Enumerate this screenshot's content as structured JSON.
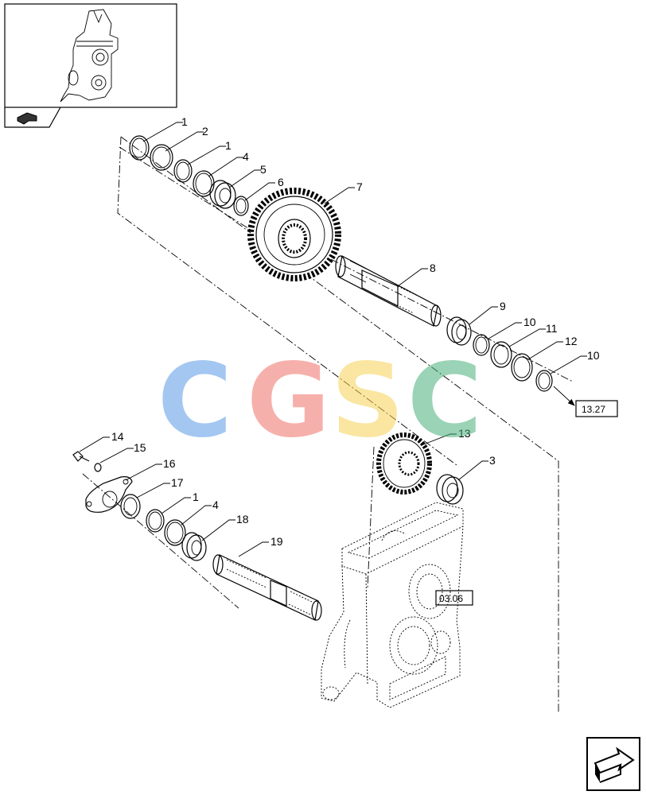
{
  "callouts": [
    {
      "id": "c1a",
      "label": "1"
    },
    {
      "id": "c2",
      "label": "2"
    },
    {
      "id": "c1b",
      "label": "1"
    },
    {
      "id": "c4a",
      "label": "4"
    },
    {
      "id": "c5",
      "label": "5"
    },
    {
      "id": "c6",
      "label": "6"
    },
    {
      "id": "c7",
      "label": "7"
    },
    {
      "id": "c8",
      "label": "8"
    },
    {
      "id": "c9",
      "label": "9"
    },
    {
      "id": "c10a",
      "label": "10"
    },
    {
      "id": "c11",
      "label": "11"
    },
    {
      "id": "c12",
      "label": "12"
    },
    {
      "id": "c10b",
      "label": "10"
    },
    {
      "id": "c13",
      "label": "13"
    },
    {
      "id": "c3",
      "label": "3"
    },
    {
      "id": "c14",
      "label": "14"
    },
    {
      "id": "c15",
      "label": "15"
    },
    {
      "id": "c16",
      "label": "16"
    },
    {
      "id": "c17",
      "label": "17"
    },
    {
      "id": "c1c",
      "label": "1"
    },
    {
      "id": "c4b",
      "label": "4"
    },
    {
      "id": "c18",
      "label": "18"
    },
    {
      "id": "c19",
      "label": "19"
    }
  ],
  "references": {
    "ref_1327": "13.27",
    "ref_0306": "03.06"
  },
  "watermark": {
    "letters": [
      "C",
      "G",
      "S",
      "C"
    ],
    "colors": [
      "#5b9be6",
      "#f07068",
      "#f6d255",
      "#48b07a"
    ]
  },
  "icons": {
    "thumbnail": "assembly-thumbnail-icon",
    "nav_prev": "previous-page-arrow-icon",
    "nav_next": "next-page-arrow-icon"
  }
}
